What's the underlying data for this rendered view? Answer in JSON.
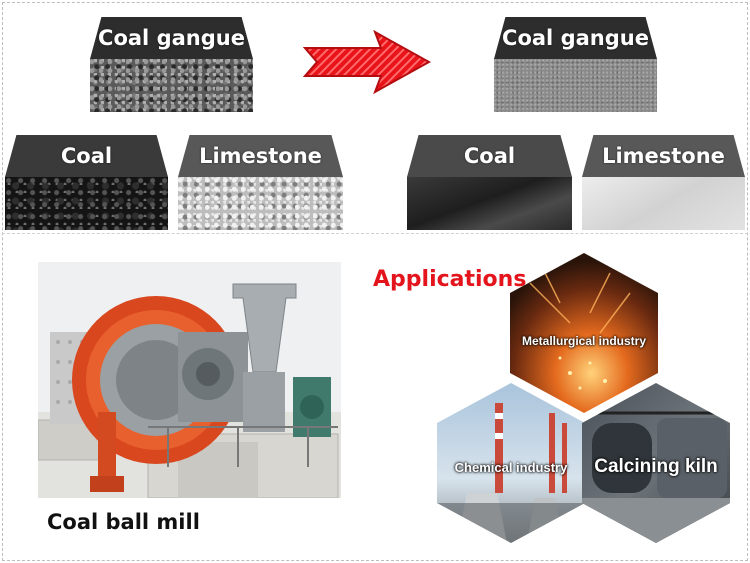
{
  "raw_materials": {
    "gangue": "Coal gangue",
    "coal": "Coal",
    "limestone": "Limestone"
  },
  "ground_materials": {
    "gangue": "Coal gangue",
    "coal": "Coal",
    "limestone": "Limestone"
  },
  "mill_label": "Coal ball mill",
  "applications": {
    "title": "Applications",
    "items": [
      "Metallurgical industry",
      "Chemical industry",
      "Calcining kiln"
    ]
  },
  "colors": {
    "arrow": "#e8141a",
    "applications_title": "#e3141c",
    "mill_body": "#d9471e"
  },
  "icons": [
    "right-arrow-icon",
    "ball-mill-illustration"
  ]
}
